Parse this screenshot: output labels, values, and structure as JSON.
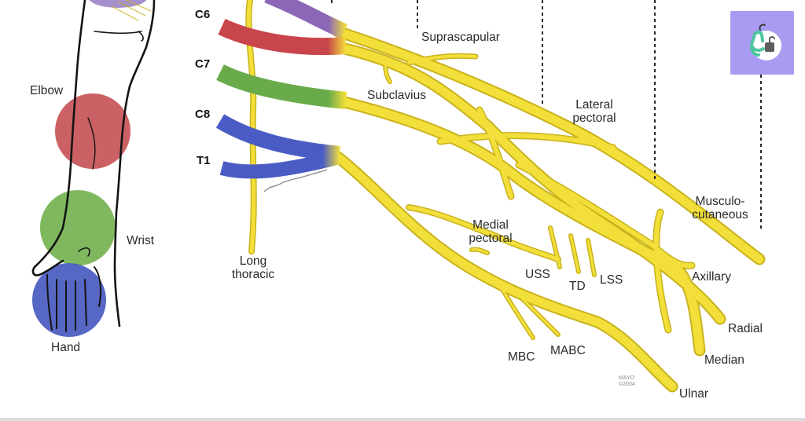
{
  "colors": {
    "nerve": "#f2df3a",
    "nerve_outline": "#c9b21c",
    "c5_violet": "#8c67b7",
    "c6_red": "#c9454c",
    "c7_green": "#69ab4a",
    "c8_t1_blue": "#4a5cc4",
    "elbow_region": "#c8585c",
    "wrist_region": "#79b456",
    "hand_region": "#4d5fc1",
    "badge": "#a89bf1"
  },
  "roots": {
    "c6": "C6",
    "c7": "C7",
    "c8": "C8",
    "t1": "T1"
  },
  "arm": {
    "elbow": "Elbow",
    "wrist": "Wrist",
    "hand": "Hand"
  },
  "branches": {
    "suprascapular": "Suprascapular",
    "subclavius": "Subclavius",
    "lateral_pectoral_1": "Lateral",
    "lateral_pectoral_2": "pectoral",
    "long_thoracic_1": "Long",
    "long_thoracic_2": "thoracic",
    "medial_pectoral_1": "Medial",
    "medial_pectoral_2": "pectoral",
    "musculocutaneous_1": "Musculo-",
    "musculocutaneous_2": "cutaneous",
    "uss": "USS",
    "td": "TD",
    "lss": "LSS",
    "axillary": "Axillary",
    "radial": "Radial",
    "median": "Median",
    "ulnar": "Ulnar",
    "mbc": "MBC",
    "mabc": "MABC"
  },
  "credit": {
    "line1": "MAYO",
    "line2": "©2004"
  },
  "icons": {
    "badge": "stethoscope-app-icon"
  }
}
